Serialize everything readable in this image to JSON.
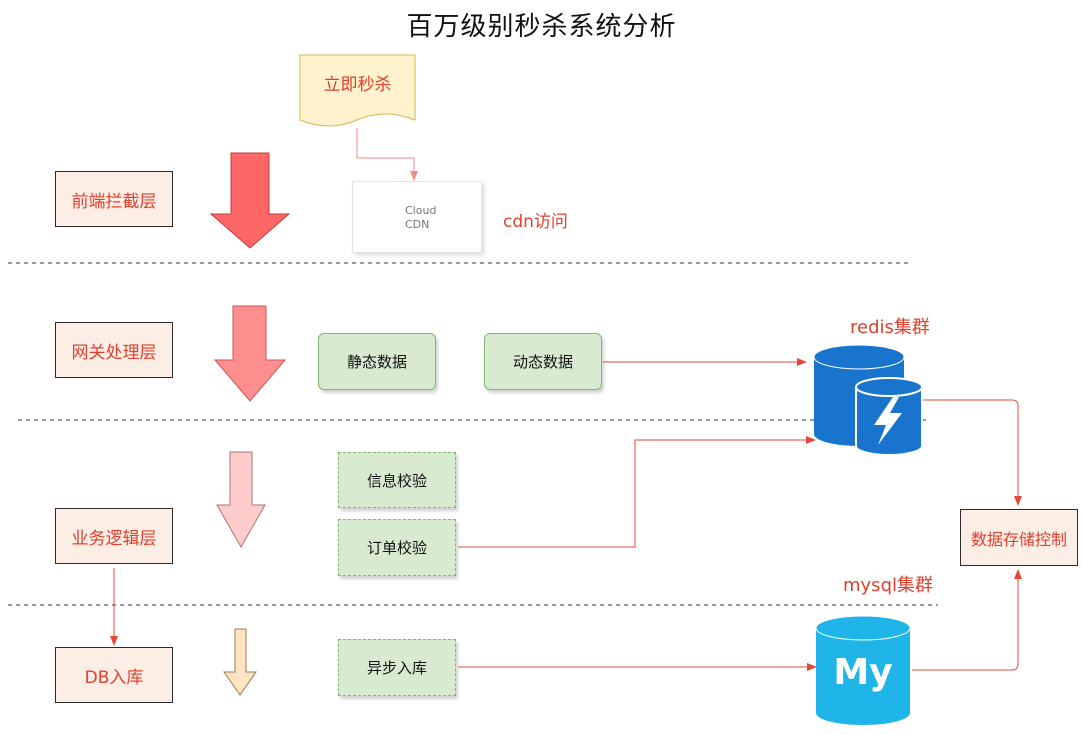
{
  "title": "百万级别秒杀系统分析",
  "start_node": {
    "label": "立即秒杀"
  },
  "cdn": {
    "line1": "Cloud",
    "line2": "CDN",
    "note": "cdn访问"
  },
  "layers": [
    {
      "label": "前端拦截层"
    },
    {
      "label": "网关处理层"
    },
    {
      "label": "业务逻辑层"
    },
    {
      "label": "DB入库"
    }
  ],
  "gateway": {
    "static_label": "静态数据",
    "dynamic_label": "动态数据"
  },
  "business": {
    "info_check_label": "信息校验",
    "order_check_label": "订单校验"
  },
  "db": {
    "async_label": "异步入库"
  },
  "redis": {
    "label": "redis集群"
  },
  "mysql": {
    "label": "mysql集群",
    "logo_text": "My"
  },
  "storage": {
    "label": "数据存储控制"
  },
  "colors": {
    "accent_red": "#e0402e",
    "connector_red": "#e8463a",
    "layer_fill": "#fdeee5",
    "green_fill": "#d8ebd0",
    "doc_fill": "#fff2cc",
    "redis_blue": "#1874cd",
    "mysql_blue": "#1fb5e8",
    "arrow_1": "#ff6666",
    "arrow_2": "#ff8e8e",
    "arrow_3": "#ffcccc",
    "arrow_4": "#ffe4c4"
  }
}
